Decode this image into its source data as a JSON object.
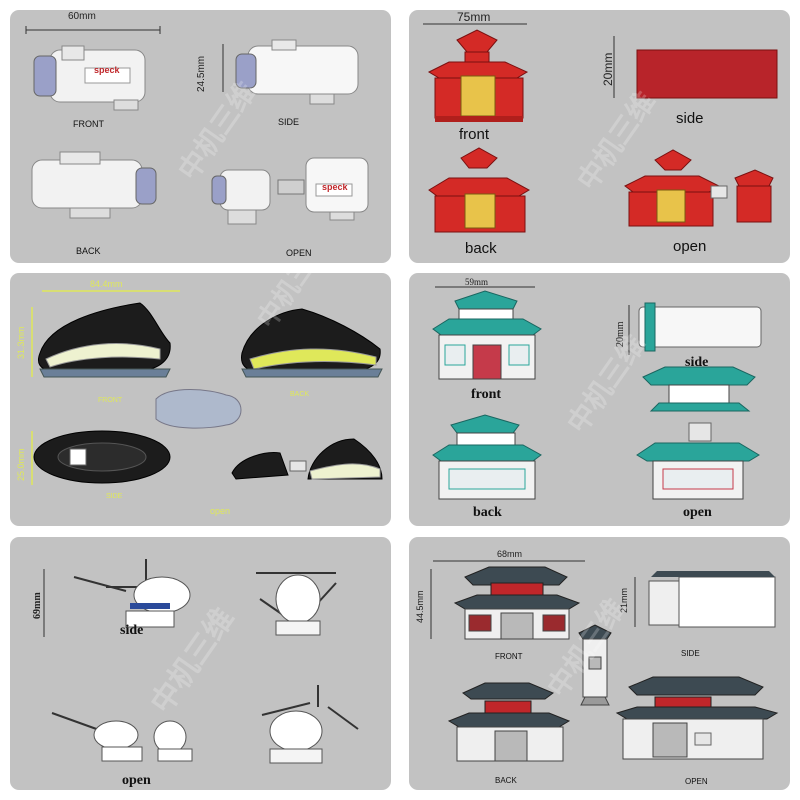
{
  "panels": {
    "motor": {
      "dimension_width": "60mm",
      "dimension_height": "24.5mm",
      "brand": "speck",
      "views": {
        "front": "FRONT",
        "side": "SIDE",
        "back": "BACK",
        "open": "OPEN"
      }
    },
    "red_pavilion": {
      "dimension_width": "75mm",
      "dimension_height": "20mm",
      "views": {
        "front": "front",
        "side": "side",
        "back": "back",
        "open": "open"
      }
    },
    "sneaker": {
      "dimension_width": "84.4mm",
      "dimension_height": "31.3mm",
      "dimension_depth": "25.0mm",
      "views": {
        "front": "FRONT",
        "back": "BACK",
        "side": "SIDE",
        "open": "open"
      }
    },
    "teal_building": {
      "dimension_width": "59mm",
      "dimension_height": "20mm",
      "views": {
        "front": "front",
        "side": "side",
        "back": "back",
        "open": "open"
      }
    },
    "helicopter": {
      "dimension_height": "69mm",
      "views": {
        "side": "side",
        "open": "open"
      }
    },
    "gate": {
      "dimension_width": "68mm",
      "dimension_height": "44.5mm",
      "dimension_side": "21mm",
      "views": {
        "front": "FRONT",
        "side": "SIDE",
        "back": "BACK",
        "open": "OPEN"
      }
    }
  },
  "colors": {
    "panel_bg": "#c2c2c2",
    "red_body": "#d42a26",
    "gold": "#e8c34a",
    "teal_roof": "#2aa59a",
    "sneaker_accent": "#dfe85a",
    "gate_roof": "#3d4a52"
  }
}
